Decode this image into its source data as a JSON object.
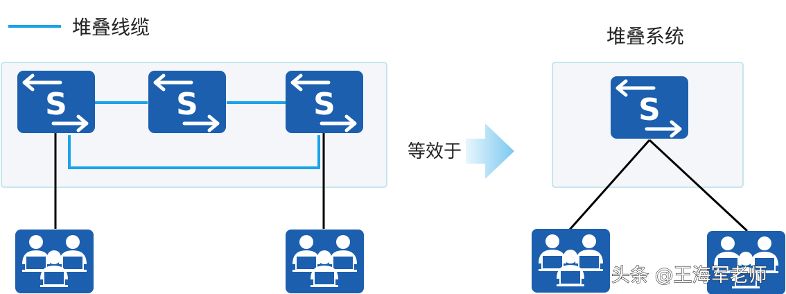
{
  "legend": {
    "label": "堆叠线缆",
    "line_color": "#1aa3e8"
  },
  "equivalent_label": "等效于",
  "right_title": "堆叠系统",
  "switch_letter": "S",
  "watermark": "头条 @王海军老师",
  "colors": {
    "device": "#1b5fae",
    "panel_fill": "#f4f6fa",
    "panel_border": "#c5e6ee",
    "arrow": "#8fd0f0"
  }
}
